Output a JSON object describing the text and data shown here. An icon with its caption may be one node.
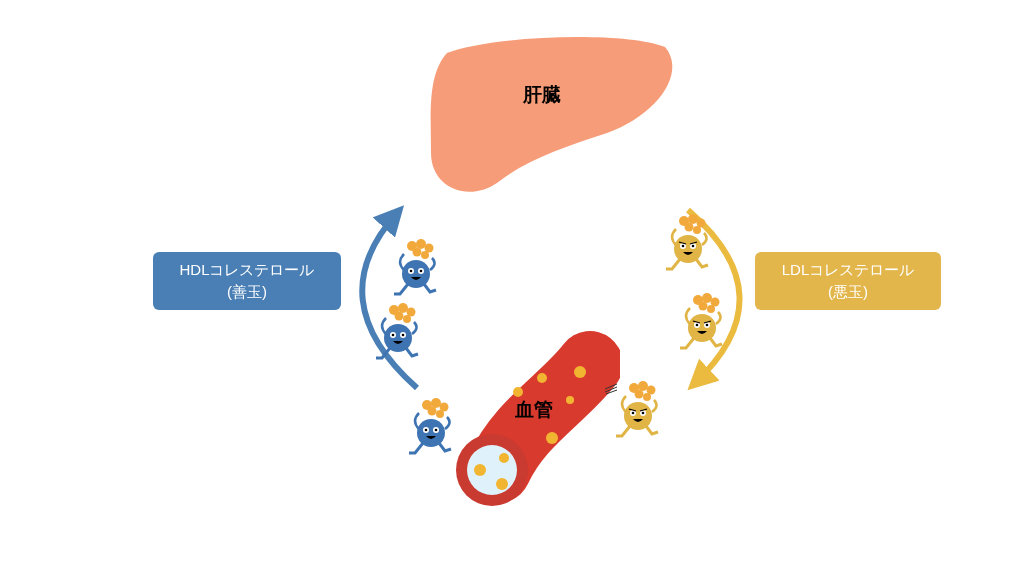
{
  "diagram": {
    "nodes": [
      {
        "text": [
          "肝臓"
        ]
      },
      {
        "text": [
          "血管"
        ]
      },
      {
        "text": [
          "HDLコレステロール",
          "(善玉)"
        ]
      },
      {
        "text": [
          "LDLコレステロール",
          "(悪玉)"
        ]
      }
    ],
    "edges": [
      {
        "from": 1,
        "to": 0,
        "arrow": "to",
        "color": "#4a7fb5"
      },
      {
        "from": 0,
        "to": 1,
        "arrow": "to",
        "color": "#ebbb3f"
      }
    ]
  }
}
